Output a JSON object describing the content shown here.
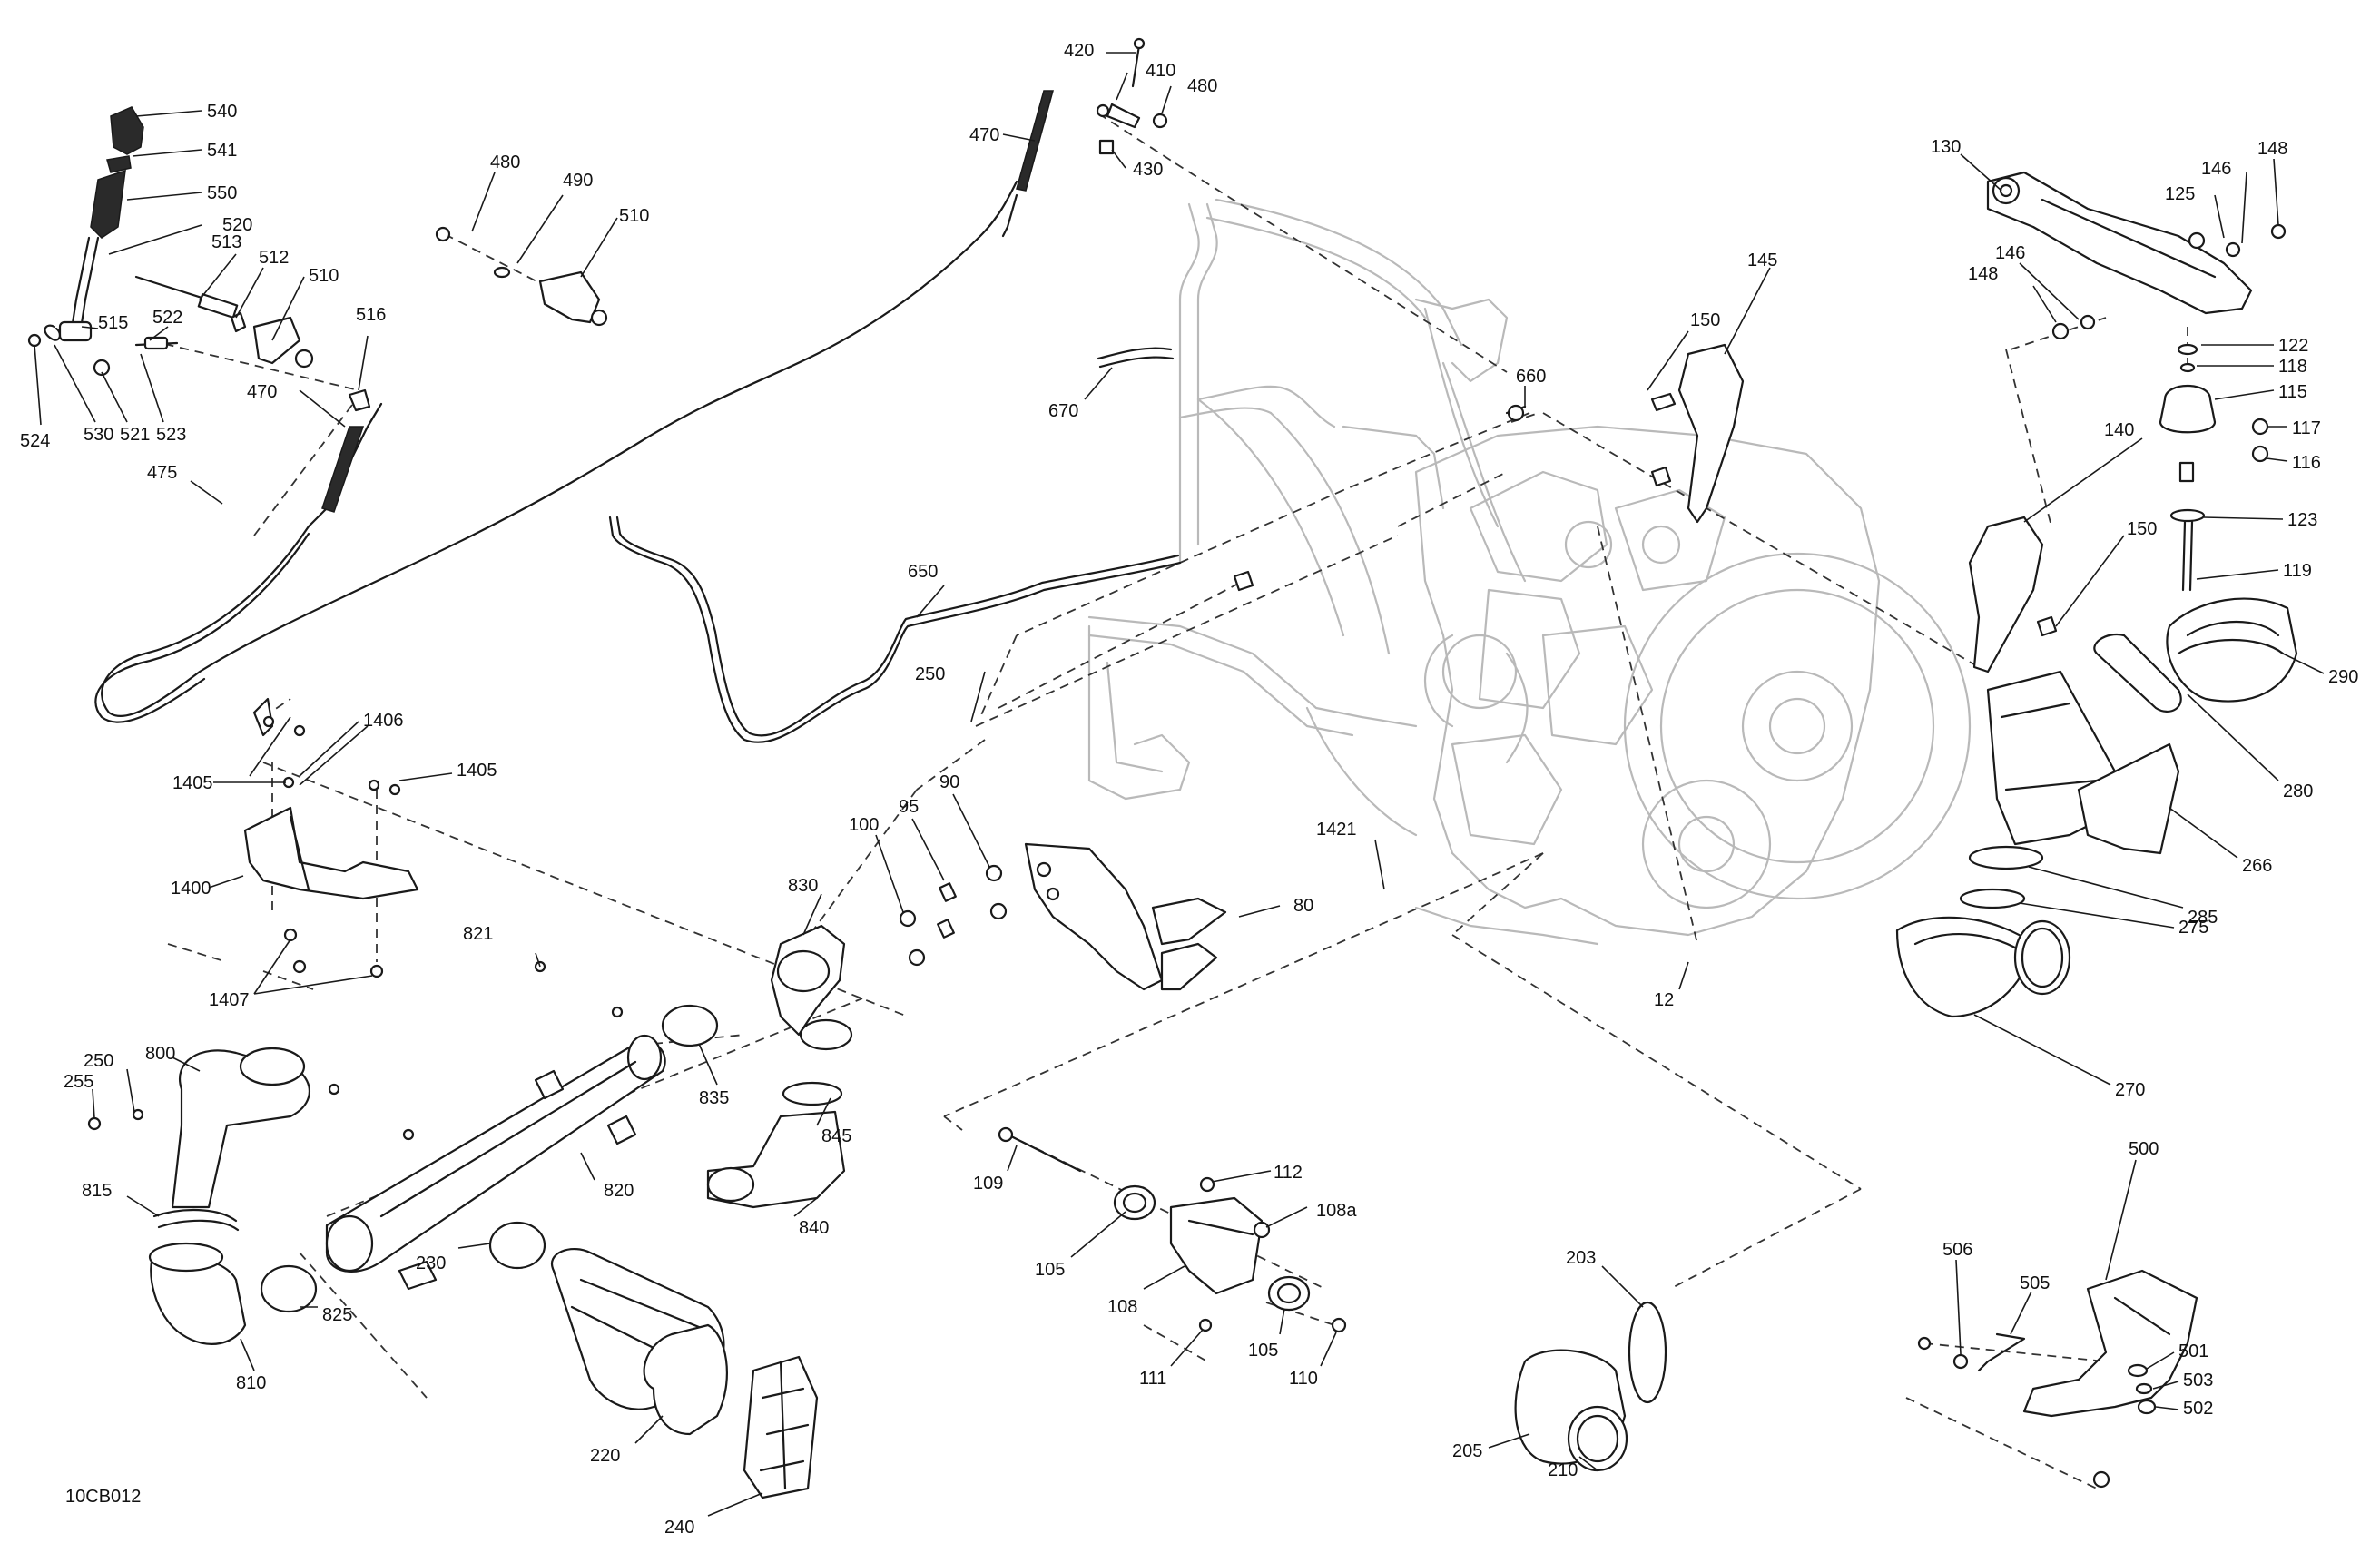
{
  "diagram": {
    "drawing_code": "10CB012",
    "callouts": [
      {
        "id": "540",
        "text": "540"
      },
      {
        "id": "541",
        "text": "541"
      },
      {
        "id": "550",
        "text": "550"
      },
      {
        "id": "520",
        "text": "520"
      },
      {
        "id": "513",
        "text": "513"
      },
      {
        "id": "512",
        "text": "512"
      },
      {
        "id": "510a",
        "text": "510"
      },
      {
        "id": "515",
        "text": "515"
      },
      {
        "id": "522",
        "text": "522"
      },
      {
        "id": "516",
        "text": "516"
      },
      {
        "id": "524",
        "text": "524"
      },
      {
        "id": "530",
        "text": "530"
      },
      {
        "id": "521",
        "text": "521"
      },
      {
        "id": "523",
        "text": "523"
      },
      {
        "id": "470a",
        "text": "470"
      },
      {
        "id": "475",
        "text": "475"
      },
      {
        "id": "480a",
        "text": "480"
      },
      {
        "id": "490",
        "text": "490"
      },
      {
        "id": "510b",
        "text": "510"
      },
      {
        "id": "420",
        "text": "420"
      },
      {
        "id": "410",
        "text": "410"
      },
      {
        "id": "480b",
        "text": "480"
      },
      {
        "id": "470b",
        "text": "470"
      },
      {
        "id": "430",
        "text": "430"
      },
      {
        "id": "670",
        "text": "670"
      },
      {
        "id": "660",
        "text": "660"
      },
      {
        "id": "150a",
        "text": "150"
      },
      {
        "id": "145",
        "text": "145"
      },
      {
        "id": "650",
        "text": "650"
      },
      {
        "id": "250a",
        "text": "250"
      },
      {
        "id": "130",
        "text": "130"
      },
      {
        "id": "146a",
        "text": "146"
      },
      {
        "id": "148a",
        "text": "148"
      },
      {
        "id": "125",
        "text": "125"
      },
      {
        "id": "146b",
        "text": "146"
      },
      {
        "id": "148b",
        "text": "148"
      },
      {
        "id": "122",
        "text": "122"
      },
      {
        "id": "118",
        "text": "118"
      },
      {
        "id": "115",
        "text": "115"
      },
      {
        "id": "117",
        "text": "117"
      },
      {
        "id": "116",
        "text": "116"
      },
      {
        "id": "140",
        "text": "140"
      },
      {
        "id": "123",
        "text": "123"
      },
      {
        "id": "150b",
        "text": "150"
      },
      {
        "id": "119",
        "text": "119"
      },
      {
        "id": "290",
        "text": "290"
      },
      {
        "id": "280",
        "text": "280"
      },
      {
        "id": "266",
        "text": "266"
      },
      {
        "id": "285",
        "text": "285"
      },
      {
        "id": "275",
        "text": "275"
      },
      {
        "id": "270",
        "text": "270"
      },
      {
        "id": "12",
        "text": "12"
      },
      {
        "id": "1421",
        "text": "1421"
      },
      {
        "id": "1406",
        "text": "1406"
      },
      {
        "id": "1405a",
        "text": "1405"
      },
      {
        "id": "1405b",
        "text": "1405"
      },
      {
        "id": "1400",
        "text": "1400"
      },
      {
        "id": "1407",
        "text": "1407"
      },
      {
        "id": "100",
        "text": "100"
      },
      {
        "id": "95",
        "text": "95"
      },
      {
        "id": "90",
        "text": "90"
      },
      {
        "id": "80",
        "text": "80"
      },
      {
        "id": "830",
        "text": "830"
      },
      {
        "id": "821",
        "text": "821"
      },
      {
        "id": "250b",
        "text": "250"
      },
      {
        "id": "255",
        "text": "255"
      },
      {
        "id": "800",
        "text": "800"
      },
      {
        "id": "835",
        "text": "835"
      },
      {
        "id": "845",
        "text": "845"
      },
      {
        "id": "820",
        "text": "820"
      },
      {
        "id": "815",
        "text": "815"
      },
      {
        "id": "840",
        "text": "840"
      },
      {
        "id": "230",
        "text": "230"
      },
      {
        "id": "825",
        "text": "825"
      },
      {
        "id": "810",
        "text": "810"
      },
      {
        "id": "220",
        "text": "220"
      },
      {
        "id": "240",
        "text": "240"
      },
      {
        "id": "109",
        "text": "109"
      },
      {
        "id": "112",
        "text": "112"
      },
      {
        "id": "108a",
        "text": "108a"
      },
      {
        "id": "105a",
        "text": "105"
      },
      {
        "id": "108",
        "text": "108"
      },
      {
        "id": "111",
        "text": "111"
      },
      {
        "id": "105b",
        "text": "105"
      },
      {
        "id": "110",
        "text": "110"
      },
      {
        "id": "203",
        "text": "203"
      },
      {
        "id": "205",
        "text": "205"
      },
      {
        "id": "210",
        "text": "210"
      },
      {
        "id": "500",
        "text": "500"
      },
      {
        "id": "506",
        "text": "506"
      },
      {
        "id": "505",
        "text": "505"
      },
      {
        "id": "501",
        "text": "501"
      },
      {
        "id": "503",
        "text": "503"
      },
      {
        "id": "502",
        "text": "502"
      }
    ]
  }
}
